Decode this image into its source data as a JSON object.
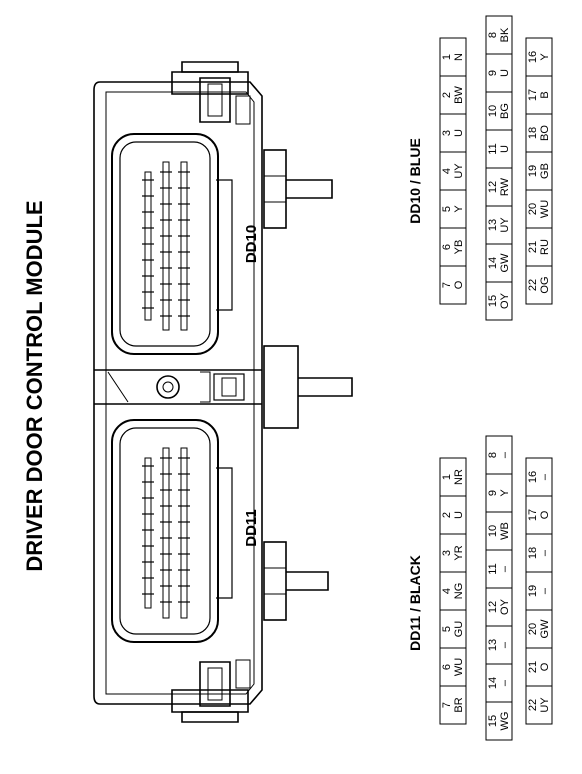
{
  "title": "DRIVER DOOR CONTROL MODULE",
  "module": {
    "top_connector_label": "DD10",
    "bottom_connector_label": "DD11"
  },
  "dd10": {
    "title": "DD10 / BLUE",
    "pins": [
      {
        "num": "1",
        "color": "N"
      },
      {
        "num": "2",
        "color": "BW"
      },
      {
        "num": "3",
        "color": "U"
      },
      {
        "num": "4",
        "color": "UY"
      },
      {
        "num": "5",
        "color": "Y"
      },
      {
        "num": "6",
        "color": "YB"
      },
      {
        "num": "7",
        "color": "O"
      },
      {
        "num": "8",
        "color": "BK"
      },
      {
        "num": "9",
        "color": "U"
      },
      {
        "num": "10",
        "color": "BG"
      },
      {
        "num": "11",
        "color": "U"
      },
      {
        "num": "12",
        "color": "RW"
      },
      {
        "num": "13",
        "color": "UY"
      },
      {
        "num": "14",
        "color": "GW"
      },
      {
        "num": "15",
        "color": "OY"
      },
      {
        "num": "16",
        "color": "Y"
      },
      {
        "num": "17",
        "color": "B"
      },
      {
        "num": "18",
        "color": "BO"
      },
      {
        "num": "19",
        "color": "GB"
      },
      {
        "num": "20",
        "color": "WU"
      },
      {
        "num": "21",
        "color": "RU"
      },
      {
        "num": "22",
        "color": "OG"
      }
    ]
  },
  "dd11": {
    "title": "DD11 / BLACK",
    "pins": [
      {
        "num": "1",
        "color": "NR"
      },
      {
        "num": "2",
        "color": "U"
      },
      {
        "num": "3",
        "color": "YR"
      },
      {
        "num": "4",
        "color": "NG"
      },
      {
        "num": "5",
        "color": "GU"
      },
      {
        "num": "6",
        "color": "WU"
      },
      {
        "num": "7",
        "color": "BR"
      },
      {
        "num": "8",
        "color": "–"
      },
      {
        "num": "9",
        "color": "Y"
      },
      {
        "num": "10",
        "color": "WB"
      },
      {
        "num": "11",
        "color": "–"
      },
      {
        "num": "12",
        "color": "OY"
      },
      {
        "num": "13",
        "color": "–"
      },
      {
        "num": "14",
        "color": "–"
      },
      {
        "num": "15",
        "color": "WG"
      },
      {
        "num": "16",
        "color": "–"
      },
      {
        "num": "17",
        "color": "O"
      },
      {
        "num": "18",
        "color": "–"
      },
      {
        "num": "19",
        "color": "–"
      },
      {
        "num": "20",
        "color": "GW"
      },
      {
        "num": "21",
        "color": "O"
      },
      {
        "num": "22",
        "color": "UY"
      }
    ]
  }
}
